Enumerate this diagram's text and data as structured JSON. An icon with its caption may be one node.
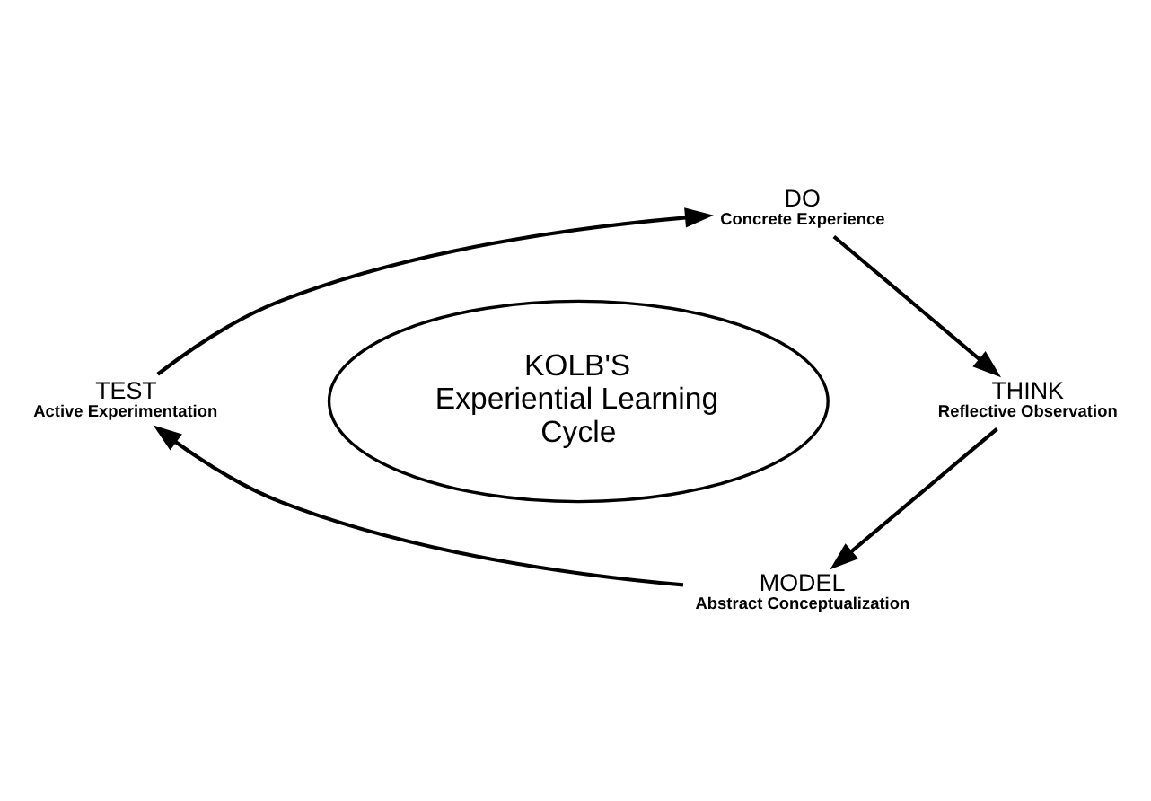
{
  "diagram": {
    "nodes": [
      {
        "text": [
          "DO",
          "Concrete Experience"
        ]
      },
      {
        "text": [
          "TEST",
          "Active Experimentation"
        ]
      },
      {
        "text": [
          "KOLB'S Experiential Learning Cycle"
        ]
      },
      {
        "text": [
          "THINK",
          "Reflective Observation"
        ]
      },
      {
        "text": [
          "MODEL",
          "Abstract Conceptualization"
        ]
      }
    ],
    "edges": [
      {
        "from": 0,
        "to": 3,
        "arrow": "to"
      },
      {
        "from": 3,
        "to": 4,
        "arrow": "to"
      },
      {
        "from": 4,
        "to": 1,
        "arrow": "to"
      },
      {
        "from": 1,
        "to": 0,
        "arrow": "to"
      }
    ]
  }
}
